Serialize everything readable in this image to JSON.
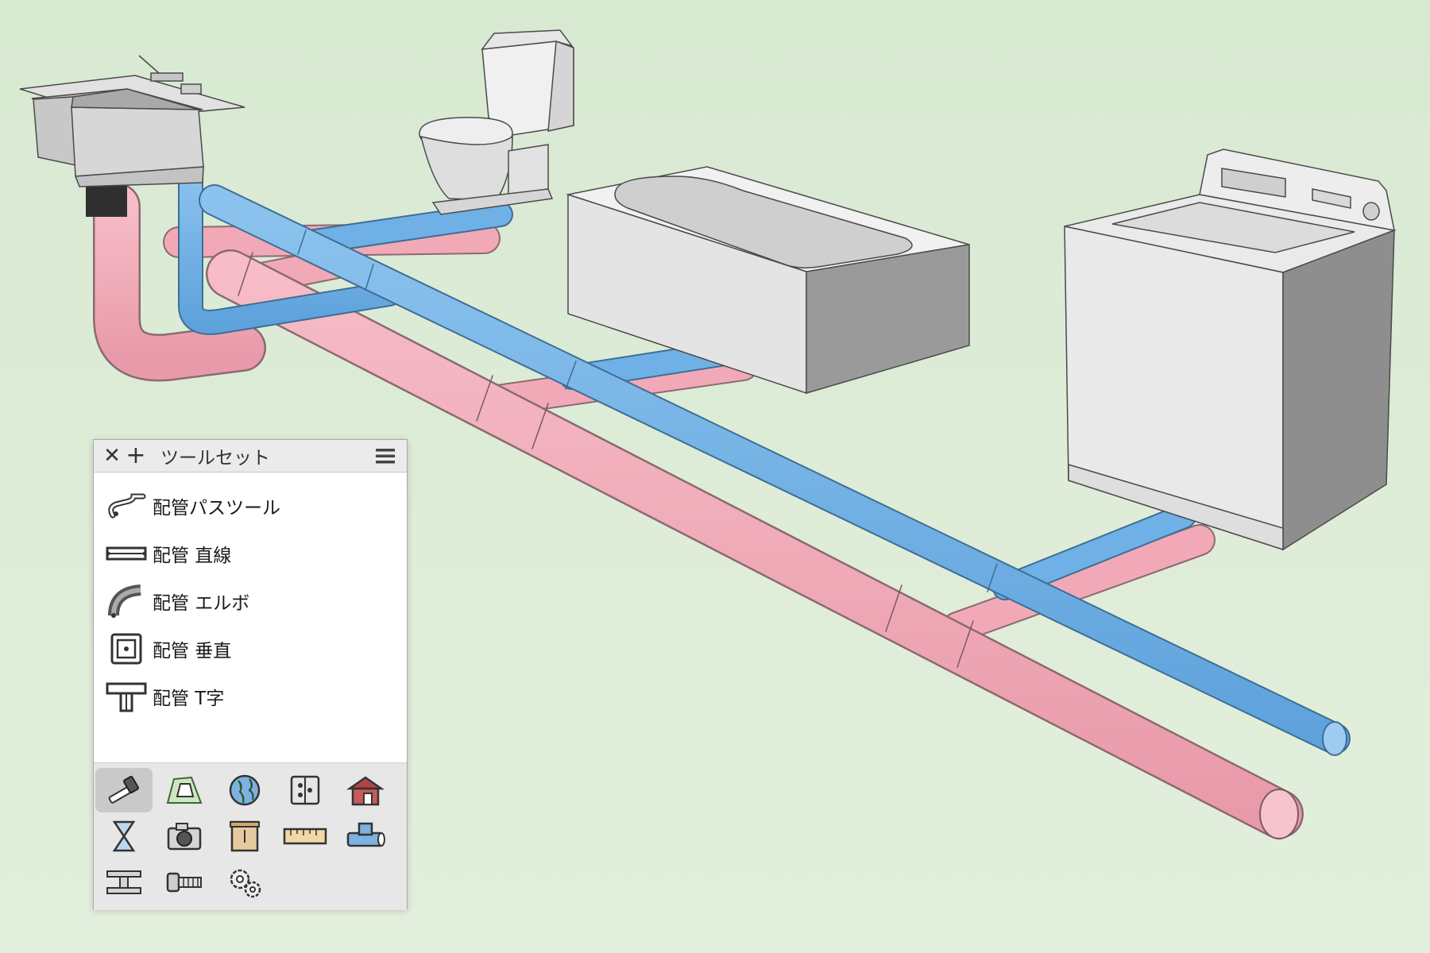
{
  "colors": {
    "background": "#dbe9d4",
    "drain_pipe": "#f2a9b7",
    "supply_pipe": "#6fb0e6",
    "fixture": "#ececec"
  },
  "scene": {
    "fixtures": [
      "sink",
      "toilet",
      "bathtub",
      "washing-machine"
    ]
  },
  "palette": {
    "title": "ツールセット",
    "header_icons": [
      "close-icon",
      "add-icon",
      "hamburger-menu-icon"
    ],
    "tools": [
      {
        "label": "配管パスツール",
        "icon": "pipe-path-icon"
      },
      {
        "label": "配管 直線",
        "icon": "pipe-straight-icon"
      },
      {
        "label": "配管 エルボ",
        "icon": "pipe-elbow-icon"
      },
      {
        "label": "配管 垂直",
        "icon": "pipe-vertical-icon"
      },
      {
        "label": "配管 T字",
        "icon": "pipe-tee-icon"
      }
    ],
    "toolset_icons": [
      "hammer-icon",
      "site-plan-icon",
      "globe-icon",
      "panel-icon",
      "house-icon",
      "hourglass-icon",
      "camera-icon",
      "cabinet-icon",
      "ruler-icon",
      "pipe-fitting-icon",
      "steel-beam-icon",
      "bolt-icon",
      "gears-icon"
    ],
    "selected_toolset": "hammer-icon"
  }
}
